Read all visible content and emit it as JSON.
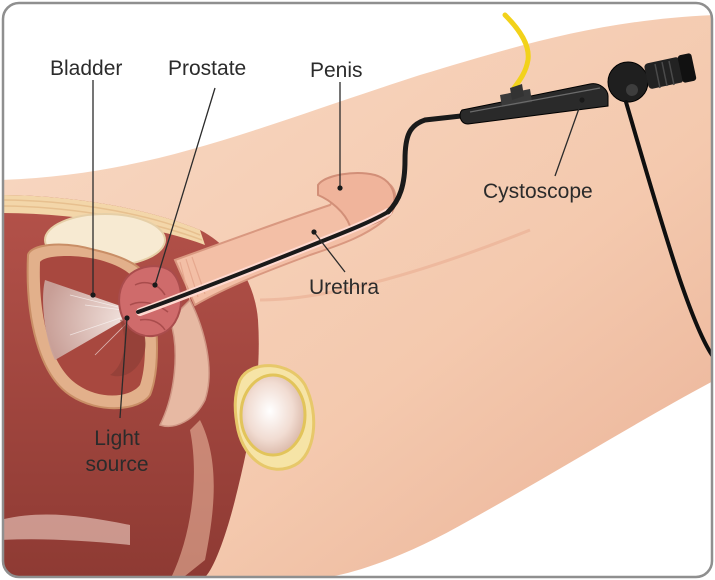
{
  "labels": {
    "bladder": "Bladder",
    "prostate": "Prostate",
    "penis": "Penis",
    "cystoscope": "Cystoscope",
    "urethra": "Urethra",
    "light_source_line1": "Light",
    "light_source_line2": "source"
  },
  "colors": {
    "skin": "#f6cdb3",
    "skin_shadow": "#e9ae93",
    "muscle": "#b9574d",
    "bladder_wall": "#d9a27a",
    "prostate": "#cf6b6b",
    "scope": "#1a1a1a",
    "light_cable": "#f2d21a",
    "testis": "#f2e1a6",
    "frame": "#9a9a9a"
  }
}
